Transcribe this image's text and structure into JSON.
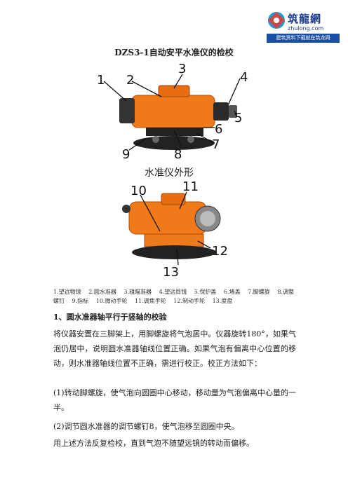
{
  "logo": {
    "brand": "筑龍網",
    "url": "zhulong.com",
    "slogan": "建筑资料下载就在筑龙网"
  },
  "title": "DZS3-1自动安平水准仪的检校",
  "figure1": {
    "caption": "水准仪外形",
    "callouts": [
      "1",
      "2",
      "3",
      "4",
      "5",
      "6",
      "7",
      "8",
      "9"
    ]
  },
  "figure2": {
    "callouts": [
      "10",
      "11",
      "12",
      "13"
    ]
  },
  "legend": [
    "1.望远物镜",
    "2.圆水准器",
    "3.粗瞄准器",
    "4.望远目镜",
    "5.保护盖",
    "6.堵盖",
    "7.脚螺旋",
    "8.调整螺钉",
    "9.指标",
    "10.微动手轮",
    "11.调焦手轮",
    "12.制动手轮",
    "13.度盘"
  ],
  "section": {
    "heading": "1、圆水准器轴平行于竖轴的校验",
    "paragraphs": [
      "将仪器安置在三脚架上，用脚螺旋将气泡居中。仪器旋转180°，如果气泡仍居中，说明圆水准器轴线位置正确。如果气泡有偏离中心位置的移动，则水准器轴线位置不正确，需进行校正。校正方法如下：",
      "(1)转动脚螺旋，使气泡向圆圈中心移动，移动量为气泡偏离中心量的一半。",
      "(2)调节圆水准器的调节螺钉8，使气泡移至圆圈中央。",
      "用上述方法反复检校，直到气泡不随望远镜的转动而偏移。"
    ]
  },
  "colors": {
    "instrument_orange": "#f07a1a",
    "logo_blue": "#1b4fa3"
  }
}
